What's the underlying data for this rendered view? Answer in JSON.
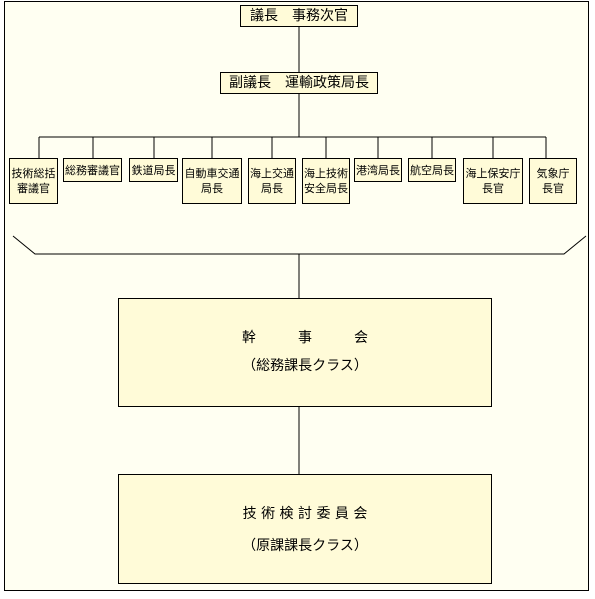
{
  "chairman": "議長　事務次官",
  "vice_chairman": "副議長　運輸政策局長",
  "members": [
    "技術総括\n審議官",
    "総務審議官",
    "鉄道局長",
    "自動車交通\n局長",
    "海上交通\n局長",
    "海上技術\n安全局長",
    "港湾局長",
    "航空局長",
    "海上保安庁\n長官",
    "気象庁\n長官"
  ],
  "executive_committee": {
    "title": "幹　　　事　　　会",
    "subtitle": "（総務課長クラス）"
  },
  "technical_committee": {
    "title": "技 術 検 討 委 員 会",
    "subtitle": "（原課課長クラス）"
  }
}
